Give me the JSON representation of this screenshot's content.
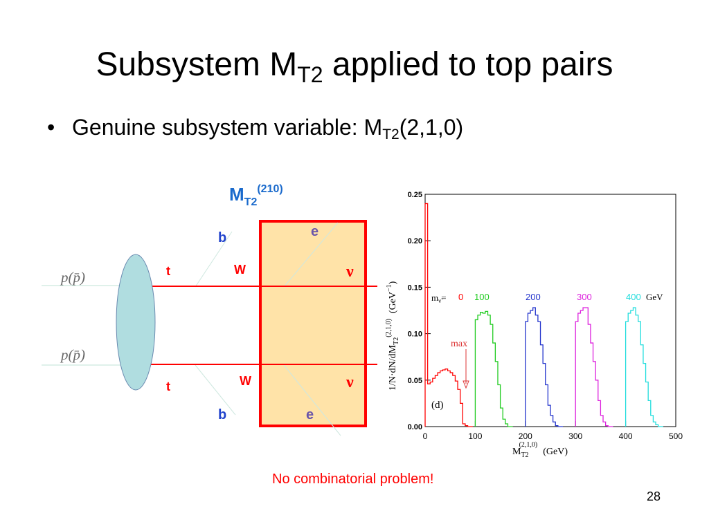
{
  "slide": {
    "title_main": "Subsystem M",
    "title_sub": "T2",
    "title_tail": " applied to top pairs",
    "bullet": {
      "symbol": "•",
      "text": "Genuine subsystem variable: M",
      "sub": "T2",
      "tail": "(2,1,0)"
    },
    "footnote": "No combinatorial problem!",
    "page_number": "28"
  },
  "diagram": {
    "box_label_main": "M",
    "box_label_sub": "T2",
    "box_label_sup": "(210)",
    "beam_label_top": "p(p̄)",
    "beam_label_bottom": "p(p̄)",
    "particles": {
      "top_quark_upper": "t",
      "top_quark_lower": "t",
      "w_upper": "W",
      "w_lower": "W",
      "b_upper": "b",
      "b_lower": "b",
      "e_upper": "e",
      "e_lower": "e",
      "nu_upper": "ν",
      "nu_lower": "ν"
    },
    "colors": {
      "box_fill": "#ffe3a8",
      "box_stroke": "#ff0000",
      "blob_fill": "#b0dde0",
      "label_blue": "#2244cc",
      "label_purple": "#6a55aa",
      "label_red": "#ff0000"
    }
  },
  "chart_data": {
    "type": "line",
    "xlabel_main": "M",
    "xlabel_sub": "T2",
    "xlabel_sup": "(2,1,0)",
    "xlabel_unit": "(GeV)",
    "ylabel_main": "1/N·dN/dM",
    "ylabel_sub": "T2",
    "ylabel_sup": "(2,1,0)",
    "ylabel_unit": "(GeV",
    "ylabel_unit_exp": "−1",
    "ylabel_unit_close": ")",
    "xlim": [
      0,
      500
    ],
    "ylim": [
      0,
      0.25
    ],
    "xticks": [
      0,
      100,
      200,
      300,
      400,
      500
    ],
    "yticks": [
      "0.00",
      "0.05",
      "0.10",
      "0.15",
      "0.20",
      "0.25"
    ],
    "panel_label": "(d)",
    "legend_prefix": "m",
    "legend_prefix_sub": "ν̃",
    "legend_prefix_eq": "=",
    "legend_unit": "GeV",
    "annotation": "max",
    "series": [
      {
        "name": "0",
        "color": "#ff0000",
        "x": [
          0,
          5,
          10,
          15,
          20,
          25,
          30,
          35,
          40,
          45,
          50,
          55,
          60,
          65,
          70,
          75,
          80,
          85,
          90
        ],
        "y": [
          0.24,
          0.046,
          0.048,
          0.052,
          0.055,
          0.058,
          0.06,
          0.061,
          0.062,
          0.06,
          0.058,
          0.055,
          0.049,
          0.04,
          0.025,
          0.003,
          0.001,
          0.0,
          0.0
        ]
      },
      {
        "name": "100",
        "color": "#22cc22",
        "x": [
          100,
          105,
          110,
          115,
          120,
          125,
          130,
          135,
          140,
          145,
          150,
          155,
          160,
          165,
          170
        ],
        "y": [
          0.115,
          0.12,
          0.123,
          0.122,
          0.124,
          0.12,
          0.11,
          0.09,
          0.07,
          0.045,
          0.02,
          0.008,
          0.003,
          0.0,
          0.0
        ]
      },
      {
        "name": "200",
        "color": "#2233cc",
        "x": [
          200,
          205,
          210,
          215,
          220,
          225,
          230,
          235,
          240,
          245,
          250,
          255,
          260,
          265,
          270
        ],
        "y": [
          0.113,
          0.122,
          0.125,
          0.128,
          0.12,
          0.113,
          0.088,
          0.068,
          0.045,
          0.023,
          0.012,
          0.005,
          0.001,
          0.0,
          0.0
        ]
      },
      {
        "name": "300",
        "color": "#dd22dd",
        "x": [
          300,
          305,
          310,
          315,
          320,
          325,
          330,
          335,
          340,
          345,
          350,
          355,
          360,
          365,
          370
        ],
        "y": [
          0.113,
          0.122,
          0.125,
          0.128,
          0.128,
          0.11,
          0.09,
          0.07,
          0.05,
          0.028,
          0.012,
          0.005,
          0.001,
          0.0,
          0.0
        ]
      },
      {
        "name": "400",
        "color": "#22dddd",
        "x": [
          400,
          405,
          410,
          415,
          420,
          425,
          430,
          435,
          440,
          445,
          450,
          455,
          460,
          465,
          470
        ],
        "y": [
          0.113,
          0.122,
          0.125,
          0.128,
          0.12,
          0.113,
          0.088,
          0.068,
          0.048,
          0.028,
          0.012,
          0.005,
          0.002,
          0.0,
          0.0
        ]
      }
    ]
  }
}
